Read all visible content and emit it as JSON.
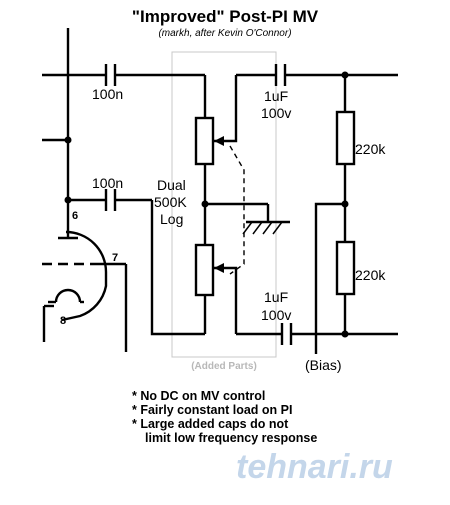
{
  "title": "\"Improved\" Post-PI MV",
  "subtitle": "(markh, after Kevin O'Connor)",
  "components": {
    "cap_top_left": "100n",
    "cap_mid_left": "100n",
    "pot_line1": "Dual",
    "pot_line2": "500K",
    "pot_line3": "Log",
    "cap_top_right_value": "1uF",
    "cap_top_right_voltage": "100v",
    "cap_bottom_right_value": "1uF",
    "cap_bottom_right_voltage": "100v",
    "res_top": "220k",
    "res_bottom": "220k",
    "bias": "(Bias)"
  },
  "tube_pins": {
    "pin6": "6",
    "pin7": "7",
    "pin8": "8"
  },
  "added_parts_label": "(Added Parts)",
  "notes": [
    "* No DC on MV control",
    "* Fairly constant load on PI",
    "* Large added caps do not",
    "limit low frequency response"
  ],
  "watermark": "tehnari.ru"
}
